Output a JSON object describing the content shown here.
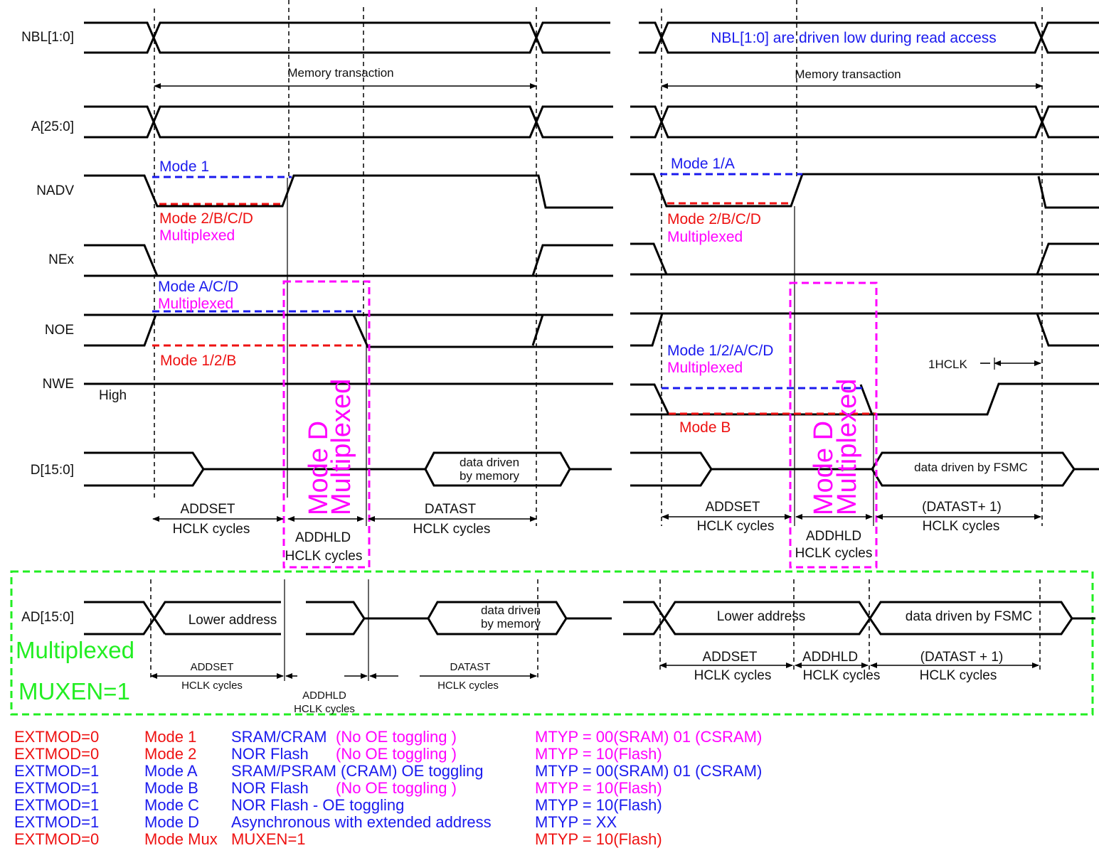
{
  "colors": {
    "blue": "#1a1aee",
    "red": "#ee1111",
    "magenta": "#ff00ff",
    "green": "#22ee22",
    "black": "#000000"
  },
  "signals": {
    "nbl": "NBL[1:0]",
    "a": "A[25:0]",
    "nadv": "NADV",
    "nex": "NEx",
    "noe": "NOE",
    "nwe": "NWE",
    "d": "D[15:0]",
    "ad": "AD[15:0]"
  },
  "left": {
    "memory_transaction": "Memory transaction",
    "nadv_mode_high": "Mode 1",
    "nadv_mode_low": "Mode 2/B/C/D",
    "nadv_mux": "Multiplexed",
    "noe_mode_high": "Mode A/C/D",
    "noe_mux": "Multiplexed",
    "noe_mode_low": "Mode 1/2/B",
    "nwe_high": "High",
    "data_driven_1": "data driven",
    "data_driven_2": "by memory",
    "mode_d_line1": "Mode D",
    "mode_d_line2": "Multiplexed",
    "addset": "ADDSET",
    "addhld": "ADDHLD",
    "datast": "DATAST",
    "hclk": "HCLK cycles"
  },
  "right": {
    "nbl_note": "NBL[1:0] are driven low during read access",
    "memory_transaction": "Memory transaction",
    "nadv_mode_high": "Mode 1/A",
    "nadv_mode_low": "Mode 2/B/C/D",
    "nadv_mux": "Multiplexed",
    "nwe_mode_high": "Mode 1/2/A/C/D",
    "nwe_mux": "Multiplexed",
    "nwe_mode_low": "Mode B",
    "one_hclk": "1HCLK",
    "data_fsmc": "data driven by FSMC",
    "mode_d_line1": "Mode D",
    "mode_d_line2": "Multiplexed",
    "addset": "ADDSET",
    "addhld": "ADDHLD",
    "datast": "(DATAST+ 1)",
    "hclk": "HCLK cycles"
  },
  "mux": {
    "lower_address": "Lower address",
    "data_driven_1": "data driven",
    "data_driven_2": "by memory",
    "data_fsmc": "data driven by FSMC",
    "multiplexed": "Multiplexed",
    "muxen": "MUXEN=1",
    "addset": "ADDSET",
    "addhld": "ADDHLD",
    "datast": "DATAST",
    "hclk": "HCLK cycles",
    "r_addset": "ADDSET",
    "r_addhld": "ADDHLD",
    "r_datast": "(DATAST + 1)",
    "r_hclk": "HCLK cycles"
  },
  "legend": [
    {
      "extmod": "EXTMOD=0",
      "mode": "Mode 1",
      "desc": "SRAM/CRAM",
      "desc_note": "(No OE toggling )",
      "mtyp": "MTYP = 00(SRAM) 01 (CSRAM)",
      "c_ext": "#ee1111",
      "c_mode": "#ee1111",
      "c_desc": "#1a1aee",
      "c_mtyp": "#ff00ff"
    },
    {
      "extmod": "EXTMOD=0",
      "mode": "Mode 2",
      "desc": "NOR Flash",
      "desc_note": "(No OE toggling )",
      "mtyp": "MTYP = 10(Flash)",
      "c_ext": "#ee1111",
      "c_mode": "#ee1111",
      "c_desc": "#1a1aee",
      "c_mtyp": "#ff00ff"
    },
    {
      "extmod": "EXTMOD=1",
      "mode": "Mode A",
      "desc": "SRAM/PSRAM (CRAM) OE toggling",
      "desc_note": "",
      "mtyp": "MTYP = 00(SRAM) 01 (CSRAM)",
      "c_ext": "#1a1aee",
      "c_mode": "#1a1aee",
      "c_desc": "#1a1aee",
      "c_mtyp": "#1a1aee"
    },
    {
      "extmod": "EXTMOD=1",
      "mode": "Mode B",
      "desc": "NOR Flash",
      "desc_note": "(No OE toggling )",
      "mtyp": "MTYP = 10(Flash)",
      "c_ext": "#1a1aee",
      "c_mode": "#1a1aee",
      "c_desc": "#1a1aee",
      "c_mtyp": "#ff00ff"
    },
    {
      "extmod": "EXTMOD=1",
      "mode": "Mode C",
      "desc": "NOR Flash - OE toggling",
      "desc_note": "",
      "mtyp": "MTYP = 10(Flash)",
      "c_ext": "#1a1aee",
      "c_mode": "#1a1aee",
      "c_desc": "#1a1aee",
      "c_mtyp": "#1a1aee"
    },
    {
      "extmod": "EXTMOD=1",
      "mode": "Mode D",
      "desc": "Asynchronous with extended address",
      "desc_note": "",
      "mtyp": "MTYP = XX",
      "c_ext": "#1a1aee",
      "c_mode": "#1a1aee",
      "c_desc": "#1a1aee",
      "c_mtyp": "#1a1aee"
    },
    {
      "extmod": "EXTMOD=0",
      "mode": "Mode Mux",
      "desc": "MUXEN=1",
      "desc_note": "",
      "mtyp": "MTYP = 10(Flash)",
      "c_ext": "#ee1111",
      "c_mode": "#ee1111",
      "c_desc": "#ee1111",
      "c_mtyp": "#ee1111"
    }
  ]
}
